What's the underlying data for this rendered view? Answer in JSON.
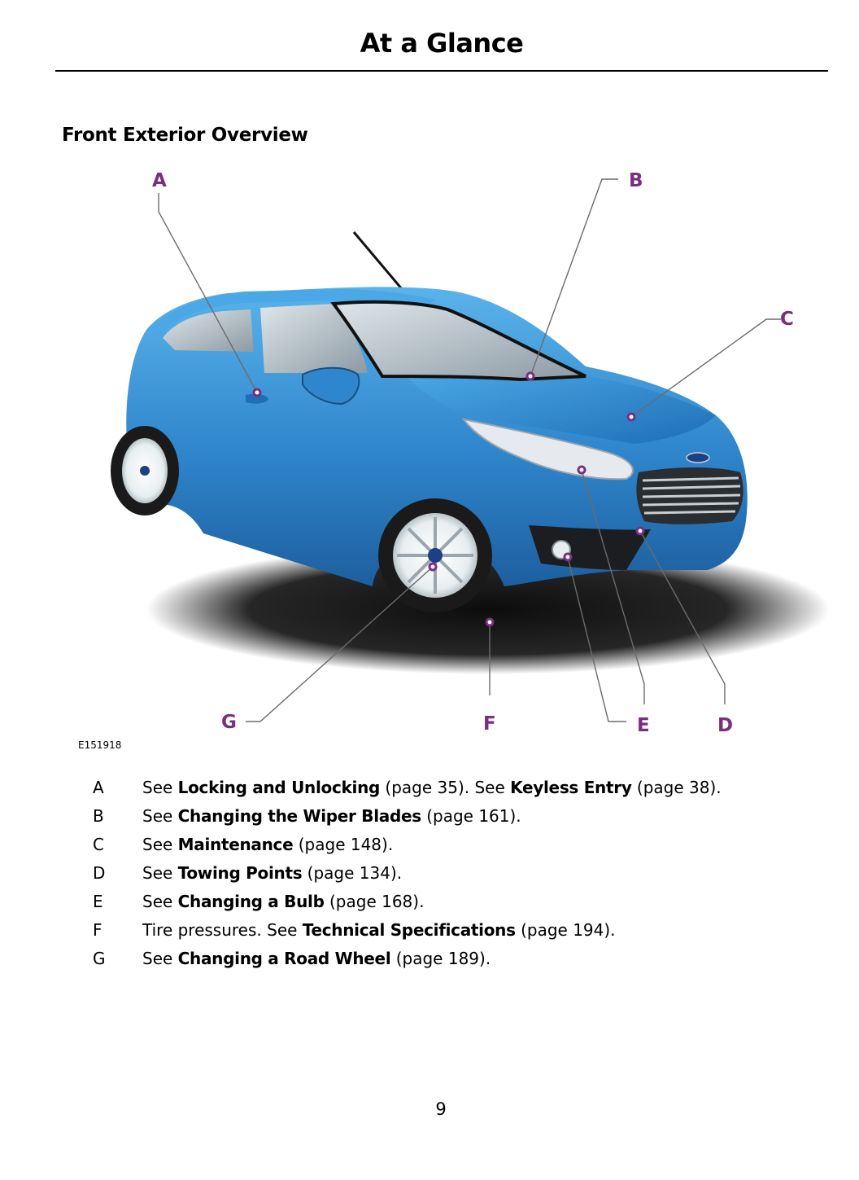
{
  "header": {
    "title": "At a Glance"
  },
  "section": {
    "title": "Front Exterior Overview"
  },
  "figure": {
    "id": "E151918",
    "callouts": [
      "A",
      "B",
      "C",
      "D",
      "E",
      "F",
      "G"
    ],
    "accent_color": "#7b2d7e",
    "car_color": "#3a8fd4"
  },
  "legend": [
    {
      "key": "A",
      "parts": [
        {
          "t": "See "
        },
        {
          "b": "Locking and Unlocking"
        },
        {
          "t": " (page 35).  See "
        },
        {
          "b": "Keyless Entry"
        },
        {
          "t": " (page 38)."
        }
      ]
    },
    {
      "key": "B",
      "parts": [
        {
          "t": "See "
        },
        {
          "b": "Changing the Wiper Blades"
        },
        {
          "t": " (page 161)."
        }
      ]
    },
    {
      "key": "C",
      "parts": [
        {
          "t": "See "
        },
        {
          "b": "Maintenance"
        },
        {
          "t": " (page 148)."
        }
      ]
    },
    {
      "key": "D",
      "parts": [
        {
          "t": "See "
        },
        {
          "b": "Towing Points"
        },
        {
          "t": " (page 134)."
        }
      ]
    },
    {
      "key": "E",
      "parts": [
        {
          "t": "See "
        },
        {
          "b": "Changing a Bulb"
        },
        {
          "t": " (page 168)."
        }
      ]
    },
    {
      "key": "F",
      "parts": [
        {
          "t": "Tire pressures.  See "
        },
        {
          "b": "Technical Specifications"
        },
        {
          "t": " (page 194)."
        }
      ]
    },
    {
      "key": "G",
      "parts": [
        {
          "t": "See "
        },
        {
          "b": "Changing a Road Wheel"
        },
        {
          "t": " (page 189)."
        }
      ]
    }
  ],
  "footer": {
    "page_number": "9"
  }
}
